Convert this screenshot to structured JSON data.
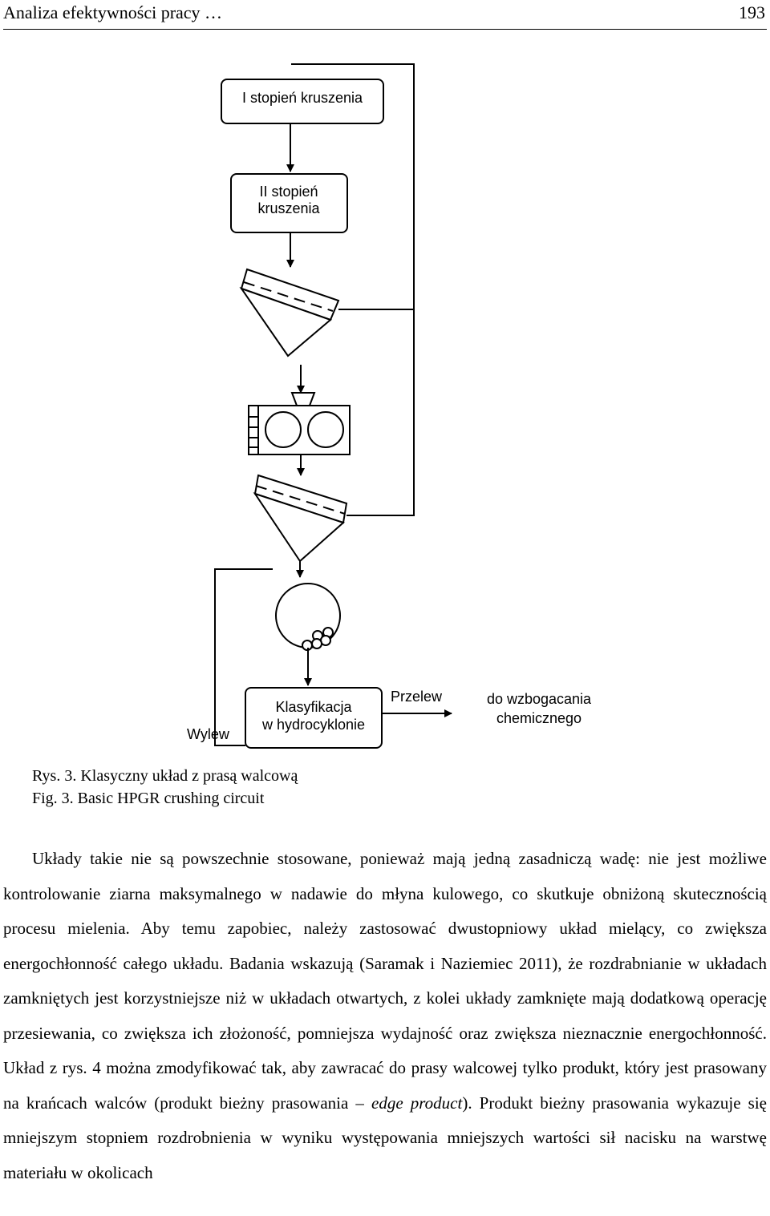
{
  "header": {
    "title": "Analiza efektywności pracy …",
    "page_number": "193"
  },
  "diagram": {
    "stage1": "I stopień kruszenia",
    "stage2_line1": "II stopień",
    "stage2_line2": "kruszenia",
    "classifier_line1": "Klasyfikacja",
    "classifier_line2": "w hydrocyklonie",
    "underflow": "Wylew",
    "overflow": "Przelew",
    "destination_line1": "do wzbogacania",
    "destination_line2": "chemicznego"
  },
  "caption": {
    "pl": "Rys. 3. Klasyczny układ z prasą walcową",
    "en": "Fig. 3. Basic HPGR crushing circuit"
  },
  "body": {
    "p1_part1": "Układy takie nie są powszechnie stosowane, ponieważ mają jedną zasadniczą wadę: nie jest możliwe kontrolowanie ziarna maksymalnego w nadawie do młyna kulowego, co skutkuje obniżoną skutecznością procesu mielenia. Aby temu zapobiec, należy zastosować dwustopniowy układ mielący, co zwiększa energochłonność całego układu. Badania wskazują (Saramak i Naziemiec 2011), że rozdrabnianie w układach zamkniętych jest korzystniejsze niż w układach otwartych, z kolei układy zamknięte mają dodatkową operację przesiewania, co zwiększa ich złożoność, pomniejsza wydajność oraz zwiększa nieznacznie energochłonność. Układ z rys. 4 można zmodyfikować tak, aby zawracać do prasy walcowej tylko produkt, który jest prasowany na krańcach walców (produkt bieżny prasowania – ",
    "p1_italic": "edge product",
    "p1_part2": "). Produkt bieżny prasowania wykazuje się mniejszym stopniem rozdrobnienia w wyniku występowania mniejszych wartości sił nacisku na warstwę materiału w okolicach"
  }
}
